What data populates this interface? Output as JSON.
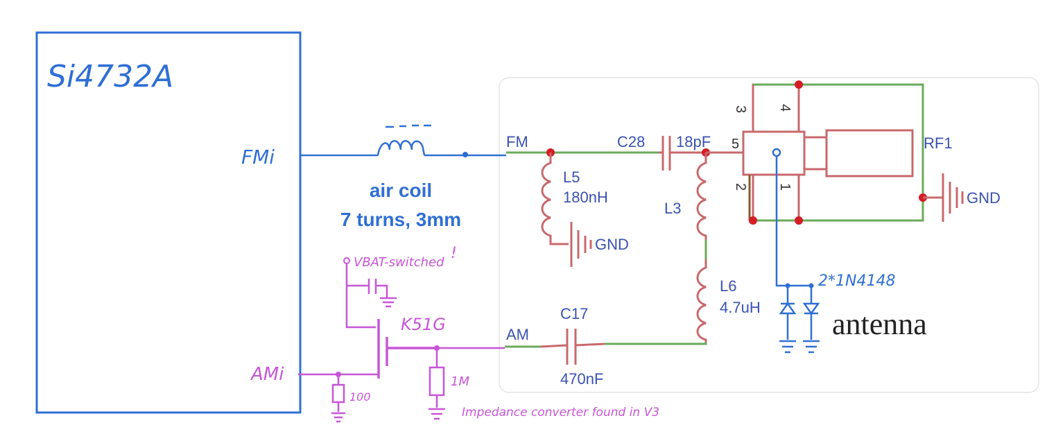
{
  "chip": {
    "title": "Si4732A",
    "pin_fm": "FMi",
    "pin_am": "AMi"
  },
  "air_coil": {
    "line1": "air coil",
    "line2": "7 turns, 3mm"
  },
  "schematic": {
    "net_fm": "FM",
    "net_am": "AM",
    "c28": "C28",
    "c28_value": "18pF",
    "l5": "L5",
    "l5_value": "180nH",
    "gnd": "GND",
    "l3": "L3",
    "l6": "L6",
    "l6_value": "4.7uH",
    "c17": "C17",
    "c17_value": "470nF",
    "rf1": "RF1",
    "pin3": "3",
    "pin4": "4",
    "pin5": "5",
    "pin2": "2",
    "pin1": "1"
  },
  "diodes": {
    "label": "2*1N4148",
    "antenna": "antenna"
  },
  "amp": {
    "vbat": "VBAT-switched",
    "vbat_mark": "!",
    "transistor": "K51G",
    "r1": "1M",
    "r2": "100",
    "note": "Impedance converter found in V3"
  },
  "colors": {
    "blue": "#2f6fd4",
    "green": "#6aaa5a",
    "red_wire": "#c8686c",
    "red_dot": "#d61c24",
    "schem_text": "#3a52b0",
    "magenta": "#c855d8",
    "brown": "#8a5a2a"
  }
}
